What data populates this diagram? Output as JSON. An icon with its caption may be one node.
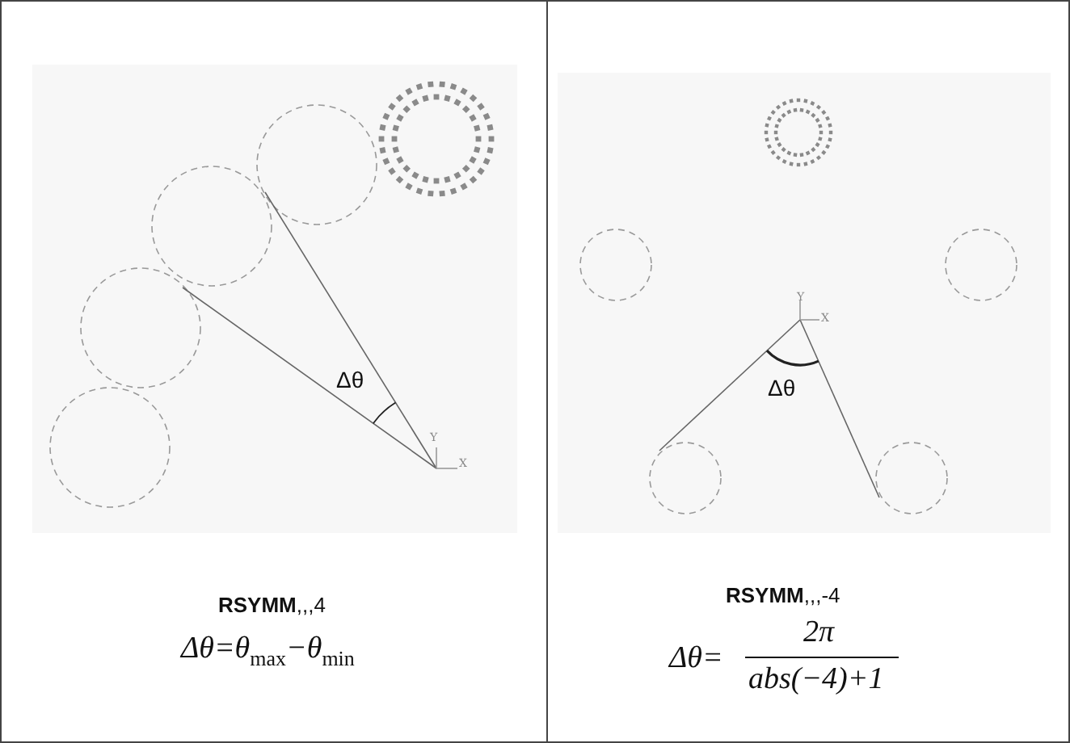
{
  "diagram": {
    "labels": [
      "Δθ",
      "Y",
      "X",
      "**RSYMM**,,,4",
      "Δθ=θ$_{max}$−θ$_{min}$",
      "Y",
      "X",
      "Δθ",
      "**RSYMM**,,,-4",
      "Δθ=",
      "2π",
      "abs(−4)+1"
    ]
  }
}
